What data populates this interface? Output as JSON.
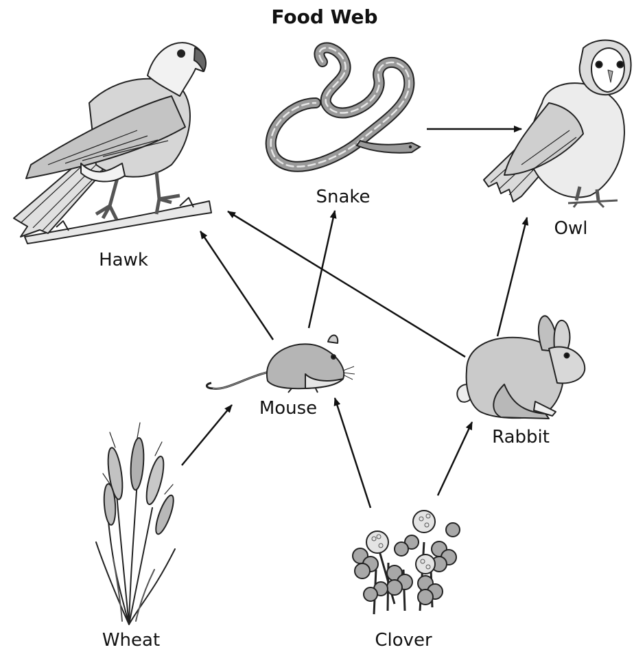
{
  "title": "Food Web",
  "organisms": {
    "hawk": "Hawk",
    "snake": "Snake",
    "owl": "Owl",
    "mouse": "Mouse",
    "rabbit": "Rabbit",
    "wheat": "Wheat",
    "clover": "Clover"
  },
  "feeding_links": [
    {
      "from": "Wheat",
      "to": "Mouse"
    },
    {
      "from": "Clover",
      "to": "Mouse"
    },
    {
      "from": "Clover",
      "to": "Rabbit"
    },
    {
      "from": "Mouse",
      "to": "Hawk"
    },
    {
      "from": "Mouse",
      "to": "Snake"
    },
    {
      "from": "Rabbit",
      "to": "Hawk"
    },
    {
      "from": "Rabbit",
      "to": "Owl"
    },
    {
      "from": "Snake",
      "to": "Owl"
    }
  ],
  "colors": {
    "ink": "#111111",
    "fill_light": "#e6e6e6",
    "fill_mid": "#b5b5b5",
    "fill_dark": "#8a8a8a"
  }
}
